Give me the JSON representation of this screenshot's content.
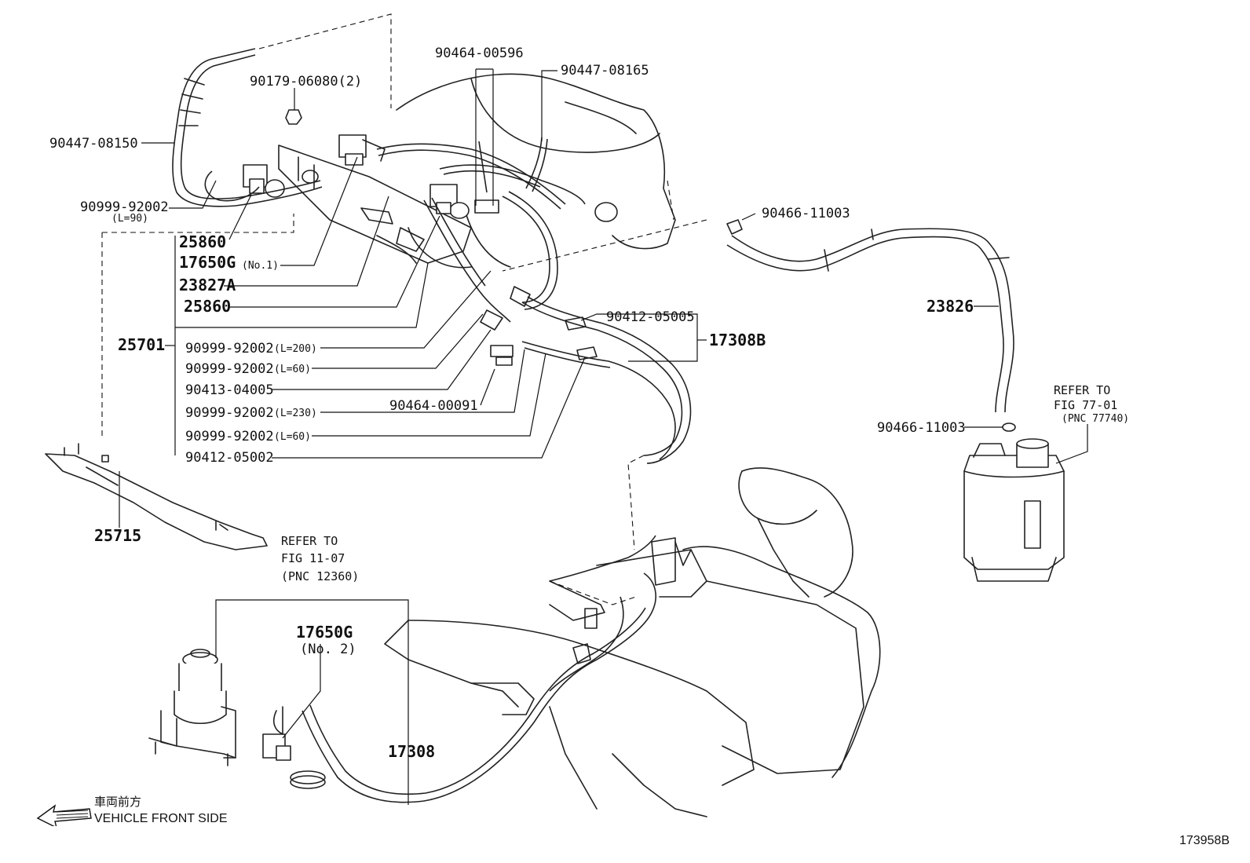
{
  "labels": {
    "p90464_00596": "90464-00596",
    "p90447_08165": "90447-08165",
    "p90179_06080": "90179-06080(2)",
    "p90447_08150": "90447-08150",
    "p90999_92002_top": "90999-92002",
    "p90999_92002_top_len": "(L=90)",
    "p90466_11003_a": "90466-11003",
    "p25860_a": "25860",
    "p17650g": "17650G",
    "p17650g_no": "(No.1)",
    "p23827a": "23827A",
    "p25860_b": "25860",
    "p25701": "25701",
    "h1": "90999-92002",
    "h1_len": "(L=200)",
    "h2": "90999-92002",
    "h2_len": "(L=60)",
    "p90413_04005": "90413-04005",
    "p90464_00091": "90464-00091",
    "h3": "90999-92002",
    "h3_len": "(L=230)",
    "h4": "90999-92002",
    "h4_len": "(L=60)",
    "p90412_05002": "90412-05002",
    "p90412_05005": "90412-05005",
    "p17308b": "17308B",
    "p23826": "23826",
    "p90466_11003_b": "90466-11003",
    "p25715": "25715",
    "p17650g_2": "17650G",
    "p17650g_2_no": "(No. 2)",
    "p17308": "17308"
  },
  "refs": {
    "ref_11_07": {
      "line1": "REFER TO",
      "line2": "FIG  11-07",
      "line3": "(PNC 12360)"
    },
    "ref_77_01": {
      "line1": "REFER TO",
      "line2": "FIG 77-01",
      "line3": "(PNC 77740)"
    }
  },
  "vehicle_front": {
    "japanese": "車両前方",
    "english": "VEHICLE FRONT SIDE"
  },
  "figure_number": "173958B"
}
